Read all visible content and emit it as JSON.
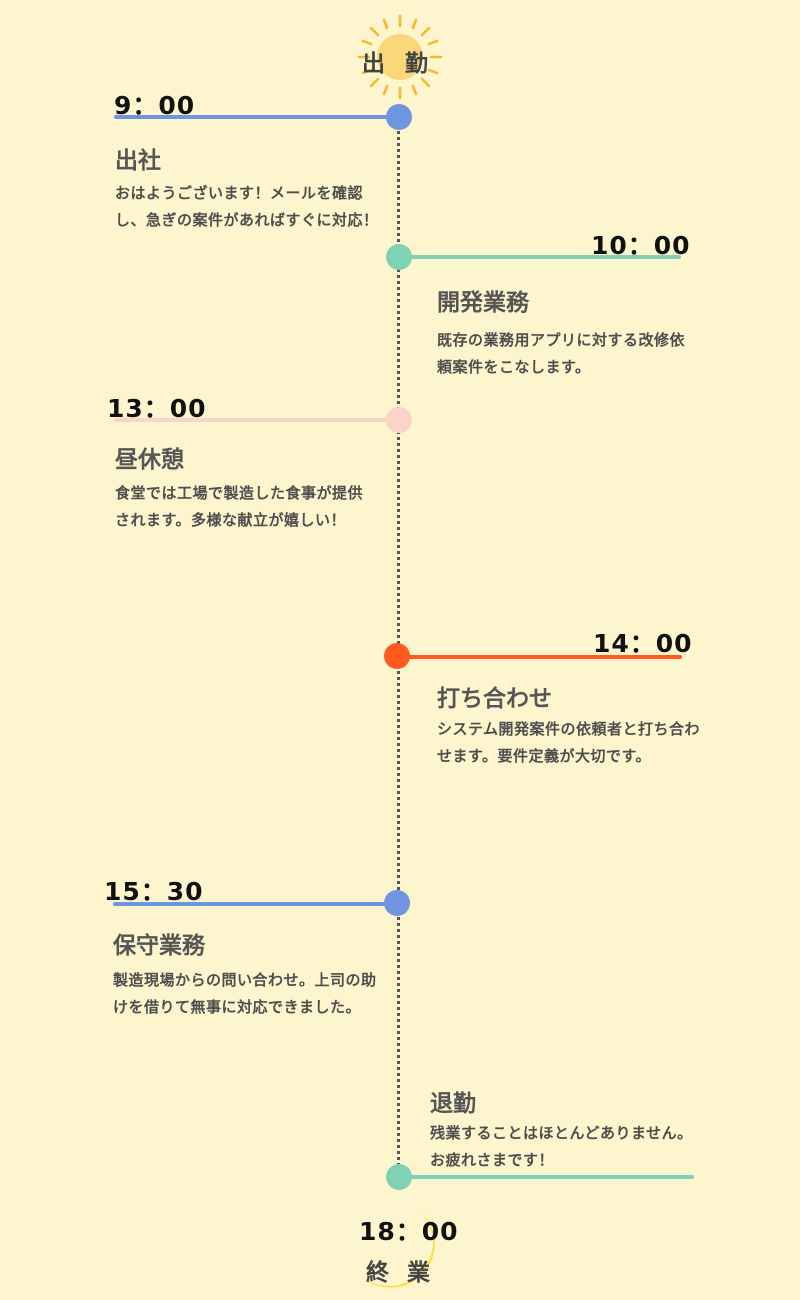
{
  "colors": {
    "background": "#fcf5cd",
    "blue": "#6f95e0",
    "green": "#7fd3b4",
    "pink": "#fcd3c8",
    "orange": "#ff5a1f",
    "sun": "#fbd77a",
    "moon": "#fde047"
  },
  "header": {
    "label": "出勤",
    "icon": "sun-icon"
  },
  "footer": {
    "time": "18：00",
    "label": "終業",
    "icon": "moon-icon"
  },
  "events": [
    {
      "time": "9：00",
      "title": "出社",
      "description": "おはようございます！メールを確認し、急ぎの案件があればすぐに対応！",
      "color": "blue",
      "side": "left"
    },
    {
      "time": "10：00",
      "title": "開発業務",
      "description": "既存の業務用アプリに対する改修依頼案件をこなします。",
      "color": "green",
      "side": "right"
    },
    {
      "time": "13：00",
      "title": "昼休憩",
      "description": "食堂では工場で製造した食事が提供されます。多様な献立が嬉しい！",
      "color": "pink",
      "side": "left"
    },
    {
      "time": "14：00",
      "title": "打ち合わせ",
      "description": "システム開発案件の依頼者と打ち合わせます。要件定義が大切です。",
      "color": "orange",
      "side": "right"
    },
    {
      "time": "15：30",
      "title": "保守業務",
      "description": "製造現場からの問い合わせ。上司の助けを借りて無事に対応できました。",
      "color": "blue",
      "side": "left"
    },
    {
      "title": "退勤",
      "description": "残業することはほとんどありません。お疲れさまです！",
      "color": "green",
      "side": "right"
    }
  ]
}
